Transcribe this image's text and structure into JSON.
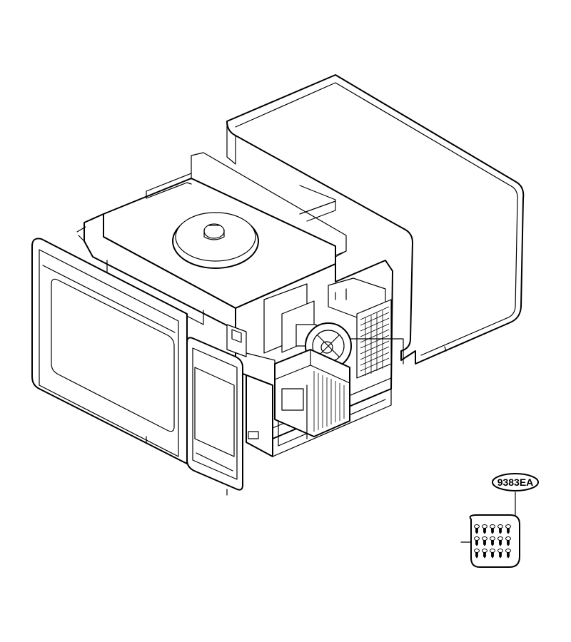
{
  "part_label": "9383EA",
  "screw_kit": {
    "rows": 3,
    "cols": 5,
    "screw-icon": "screw-icon"
  }
}
